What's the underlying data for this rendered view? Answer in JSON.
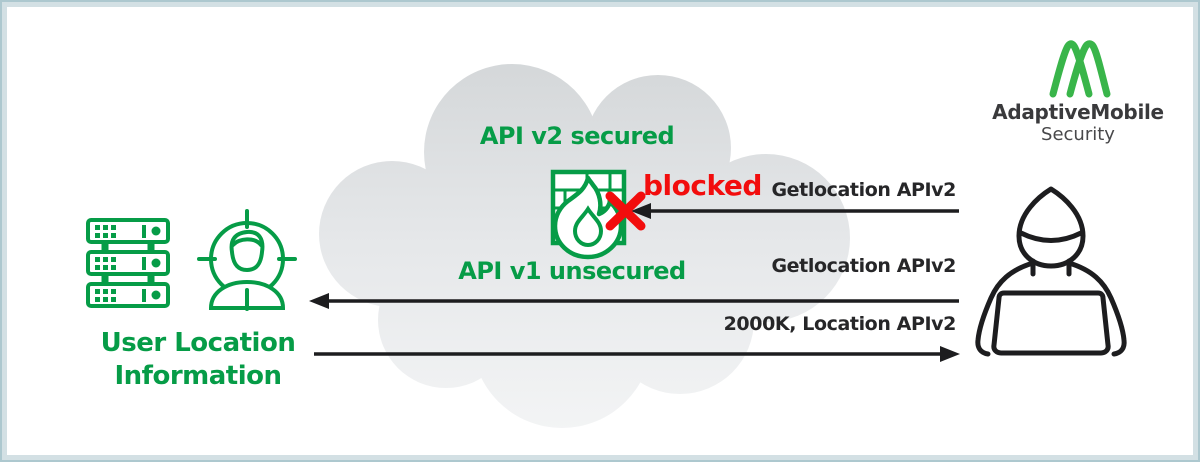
{
  "logo": {
    "brand": "AdaptiveMobile",
    "sub": "Security"
  },
  "cloud": {
    "secured_label": "API v2 secured",
    "unsecured_label": "API v1 unsecured"
  },
  "flows": [
    {
      "label": "Getlocation APIv2",
      "direction": "right_to_left",
      "status_label": "blocked"
    },
    {
      "label": "Getlocation APIv2",
      "direction": "right_to_left"
    },
    {
      "label": "2000K, Location APIv2",
      "direction": "left_to_right"
    }
  ],
  "destination": {
    "line1": "User Location",
    "line2": "Information"
  },
  "icons": {
    "left": [
      "server-stack-icon",
      "target-user-icon"
    ],
    "middle": [
      "cloud-shape",
      "firewall-icon",
      "blocked-x-icon"
    ],
    "right": [
      "hacker-icon",
      "adaptivemobile-logo-icon"
    ]
  },
  "colors": {
    "green": "#069c47",
    "logo_green": "#39b54a",
    "red": "#f20d0d",
    "ink": "#1d1d1f",
    "cloud_top": "#d5d8da",
    "cloud_bottom": "#f3f4f5",
    "frame_border": "#adc8cf",
    "frame_inner": "#d3e0e4"
  }
}
